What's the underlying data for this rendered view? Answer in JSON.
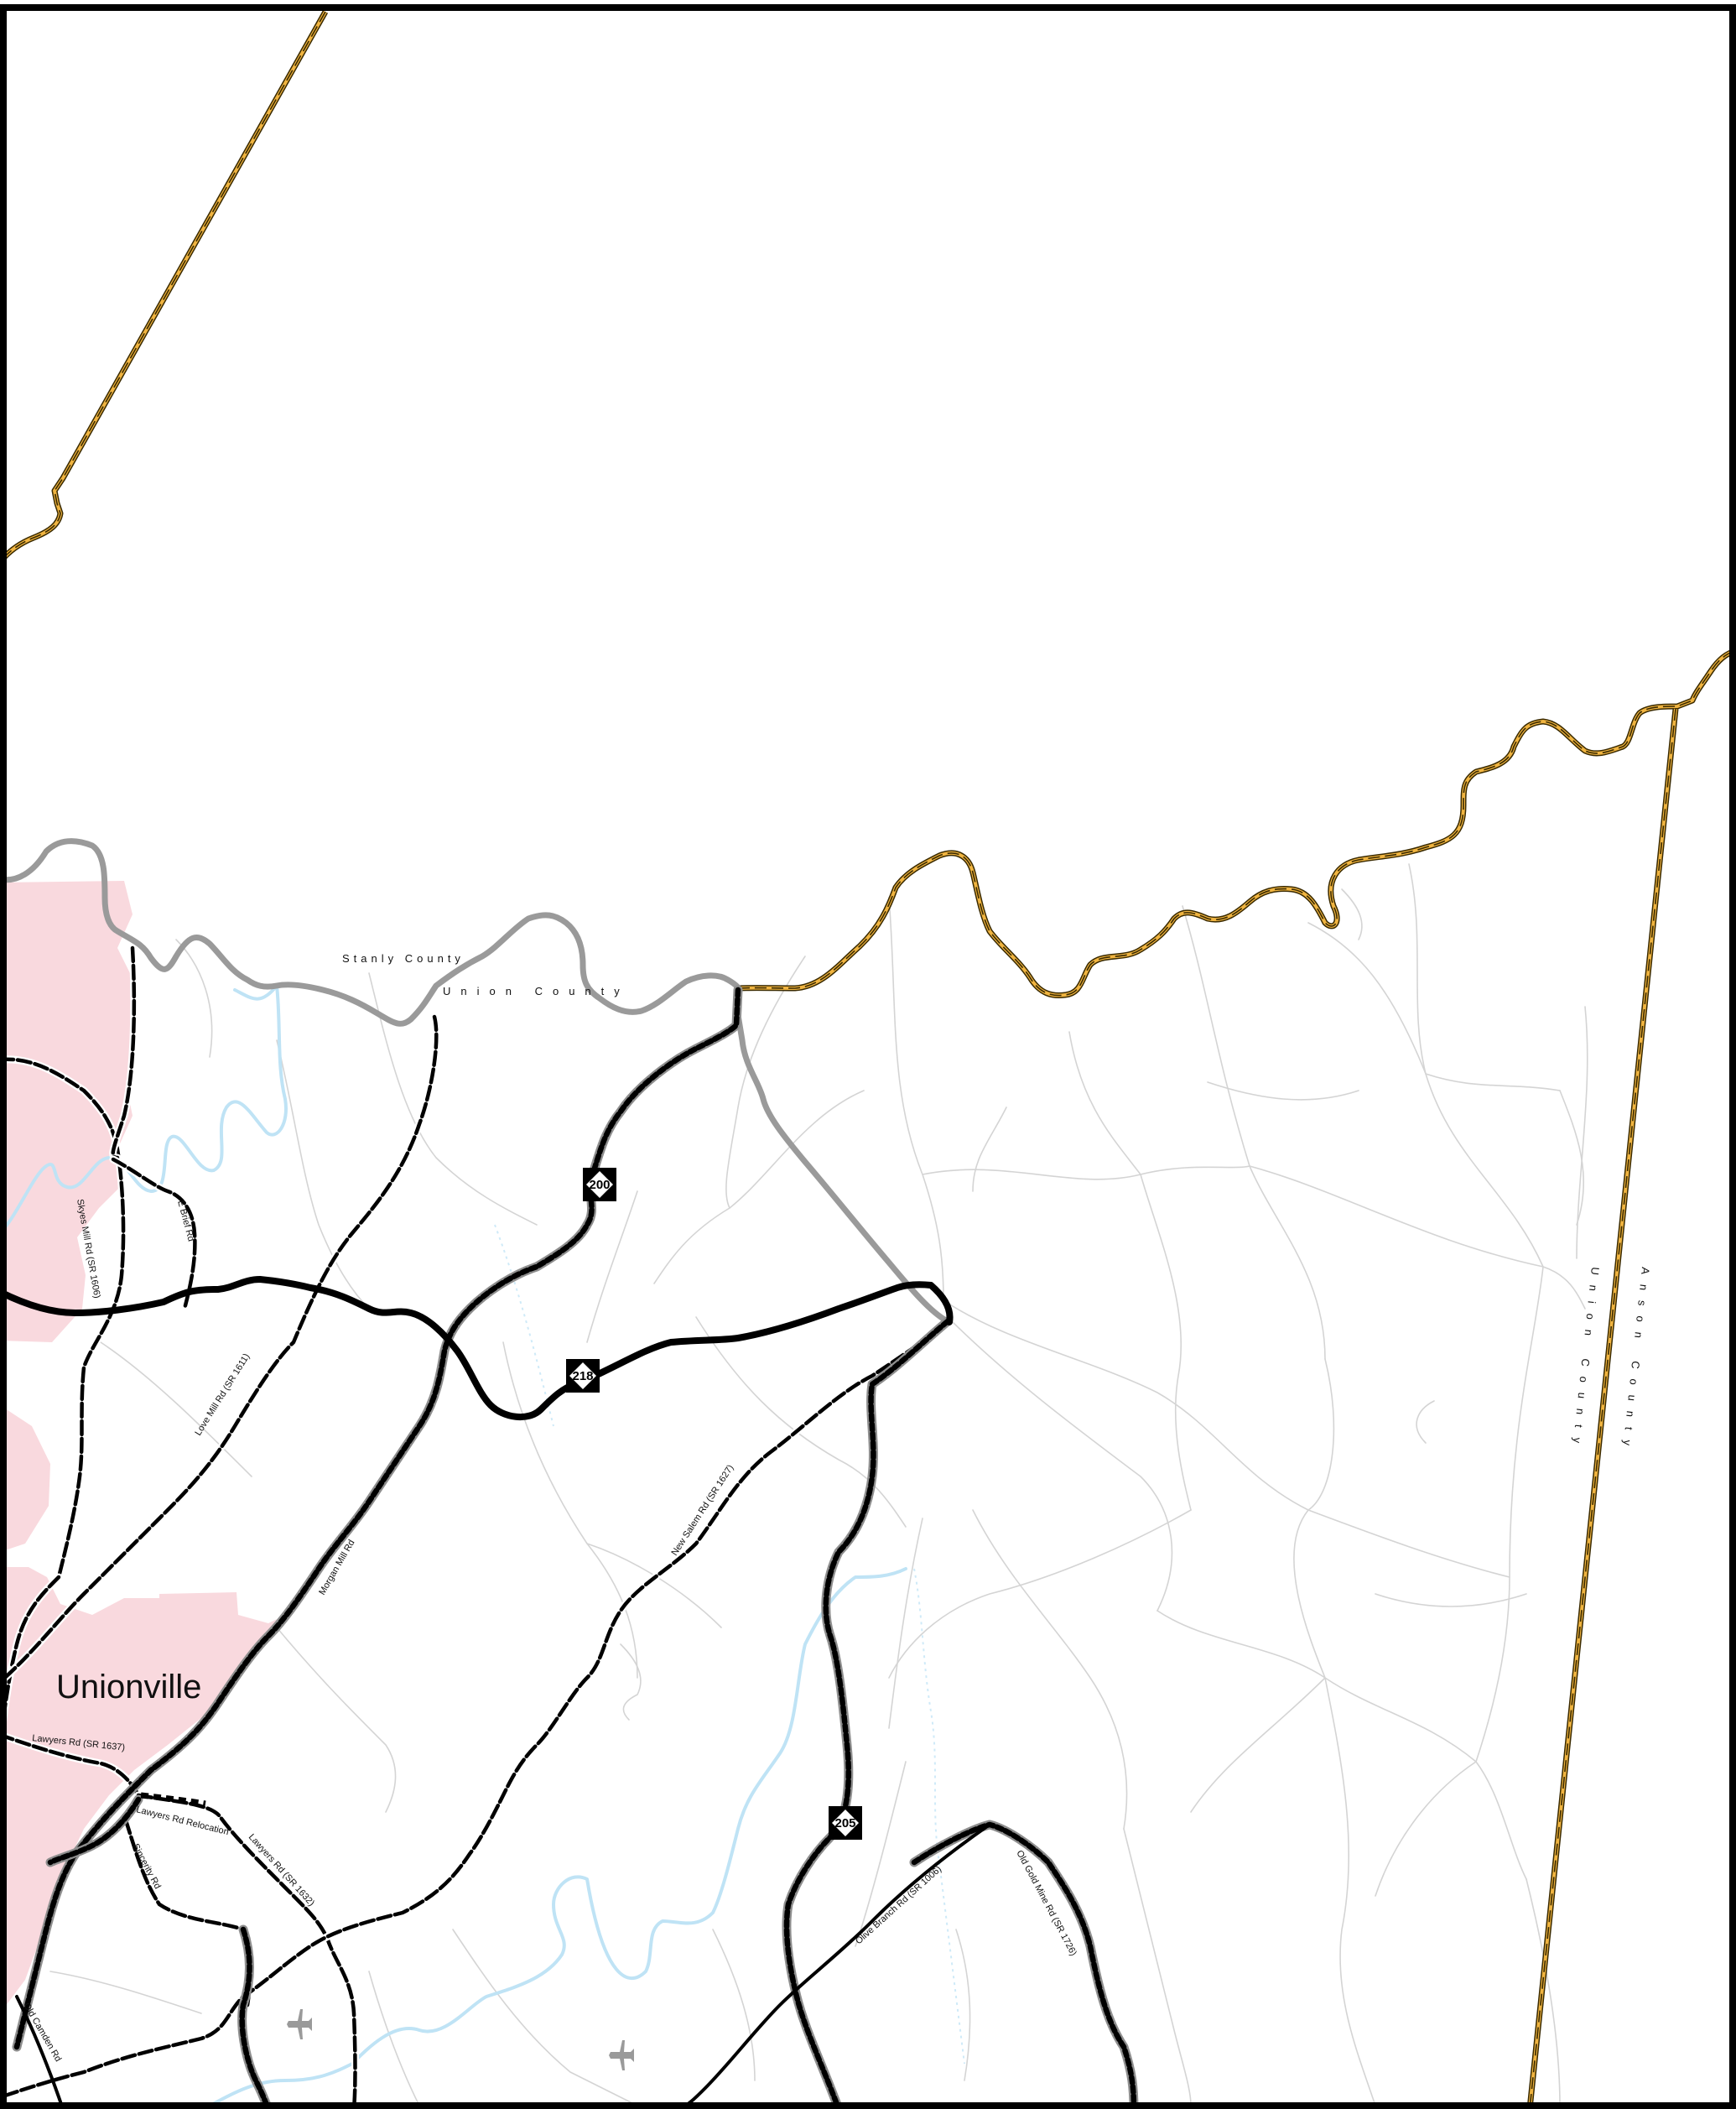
{
  "map": {
    "town": "Unionville",
    "counties": {
      "stanly": "Stanly County",
      "union_upper": "Union County",
      "union_right": "Union County",
      "anson": "Anson County"
    },
    "route_shields": [
      "200",
      "218",
      "205"
    ],
    "road_labels": [
      "Skyes Mill Rd (SR 1606)",
      "E Brief Rd",
      "Love Mill Rd (SR 1611)",
      "Morgan Mill Rd",
      "New Salem Rd (SR 1627)",
      "Lawyers Rd (SR 1637)",
      "Lawyers Rd Relocation",
      "Sincerity Rd",
      "Lawyers Rd (SR 1632)",
      "Olive Branch Rd (SR 1006)",
      "Old Gold Mine Rd (SR 1726)",
      "Old Camden Rd"
    ],
    "colors": {
      "municipal_area": "#f9d9de",
      "county_line": "#f0b440",
      "county_line_grey": "#9a9a9a",
      "creek": "#bfe3f5",
      "minor_road": "#d4d4d4",
      "frame": "#000000"
    },
    "icons": [
      "airport-icon",
      "airport-icon"
    ]
  }
}
